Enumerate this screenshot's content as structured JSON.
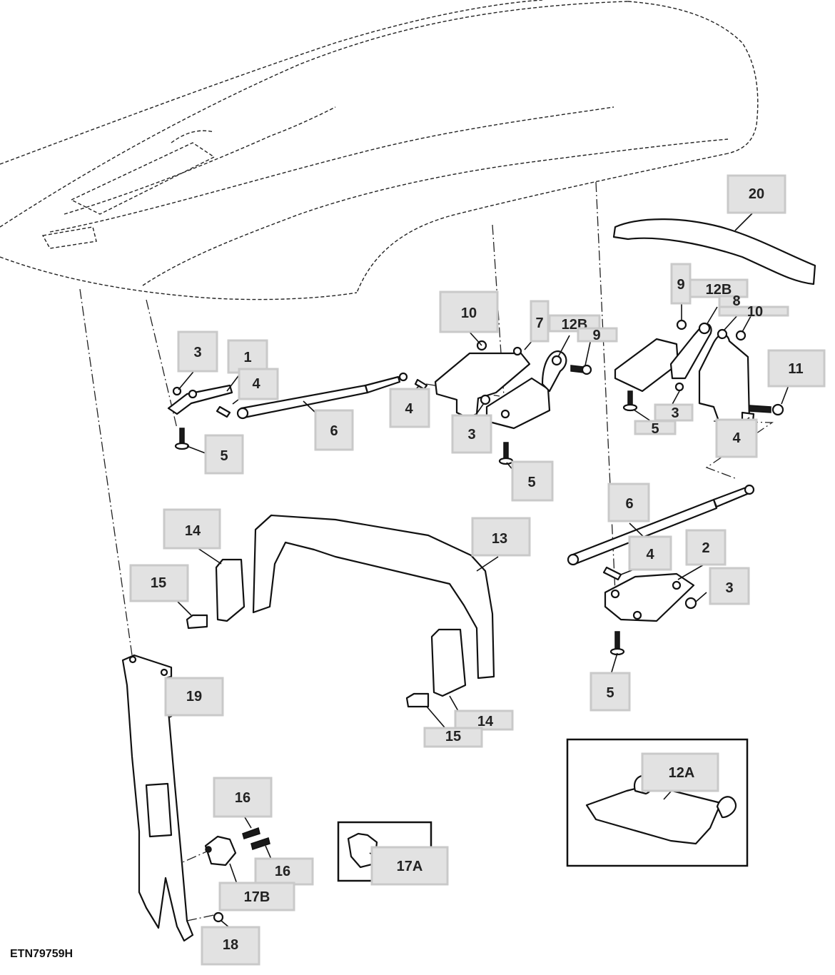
{
  "figure_id": "ETN79759H",
  "callouts": [
    {
      "label": "1"
    },
    {
      "label": "3"
    },
    {
      "label": "4"
    },
    {
      "label": "6"
    },
    {
      "label": "5"
    },
    {
      "label": "10"
    },
    {
      "label": "7"
    },
    {
      "label": "12B"
    },
    {
      "label": "9"
    },
    {
      "label": "4"
    },
    {
      "label": "3"
    },
    {
      "label": "5"
    },
    {
      "label": "20"
    },
    {
      "label": "9"
    },
    {
      "label": "12B"
    },
    {
      "label": "8"
    },
    {
      "label": "10"
    },
    {
      "label": "11"
    },
    {
      "label": "3"
    },
    {
      "label": "5"
    },
    {
      "label": "4"
    },
    {
      "label": "14"
    },
    {
      "label": "13"
    },
    {
      "label": "15"
    },
    {
      "label": "6"
    },
    {
      "label": "4"
    },
    {
      "label": "2"
    },
    {
      "label": "3"
    },
    {
      "label": "5"
    },
    {
      "label": "19"
    },
    {
      "label": "14"
    },
    {
      "label": "15"
    },
    {
      "label": "12A"
    },
    {
      "label": "16"
    },
    {
      "label": "16"
    },
    {
      "label": "17A"
    },
    {
      "label": "17B"
    },
    {
      "label": "18"
    }
  ]
}
